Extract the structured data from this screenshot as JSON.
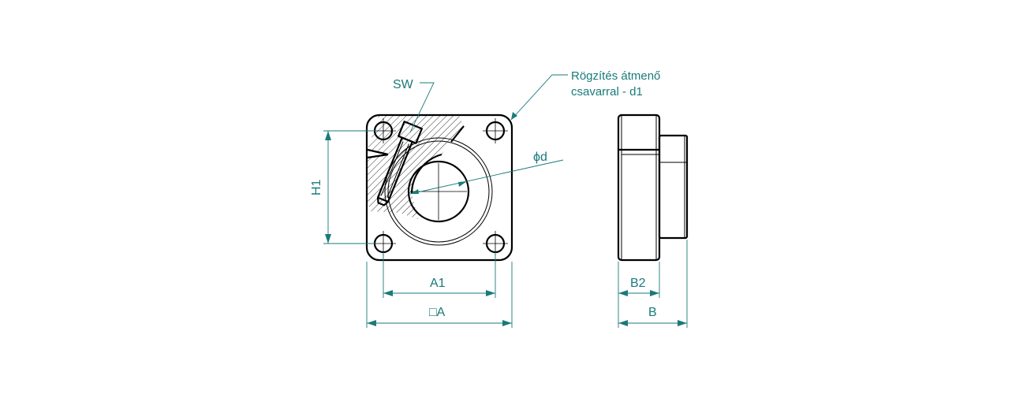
{
  "labels": {
    "sw": "SW",
    "note_line1": "Rögzítés átmenő",
    "note_line2": "csavarral - d1",
    "phi_d": "ϕd",
    "h1": "H1",
    "a1": "A1",
    "a_square": "□A",
    "b2": "B2",
    "b": "B"
  },
  "colors": {
    "dimension": "#1a7a7a",
    "outline": "#000000"
  }
}
